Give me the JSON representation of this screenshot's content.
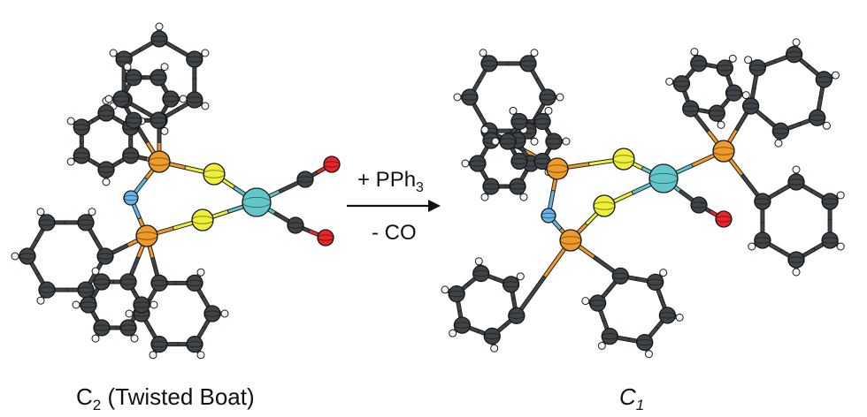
{
  "captions": {
    "left": {
      "main": "C",
      "sub": "2",
      "rest": " (Twisted Boat)"
    },
    "right": {
      "main": "C",
      "sub": "1"
    }
  },
  "reaction": {
    "top": {
      "main": "+ PPh",
      "sub": "3"
    },
    "bottom": "- CO"
  },
  "colors": {
    "carbon": "#3f4448",
    "hydrogen": "#f4f4f4",
    "phosphorus": "#ee9b2c",
    "nitrogen": "#66b6e8",
    "sulfur": "#eef03a",
    "oxygen": "#e8262a",
    "metal": "#62c7ca"
  }
}
